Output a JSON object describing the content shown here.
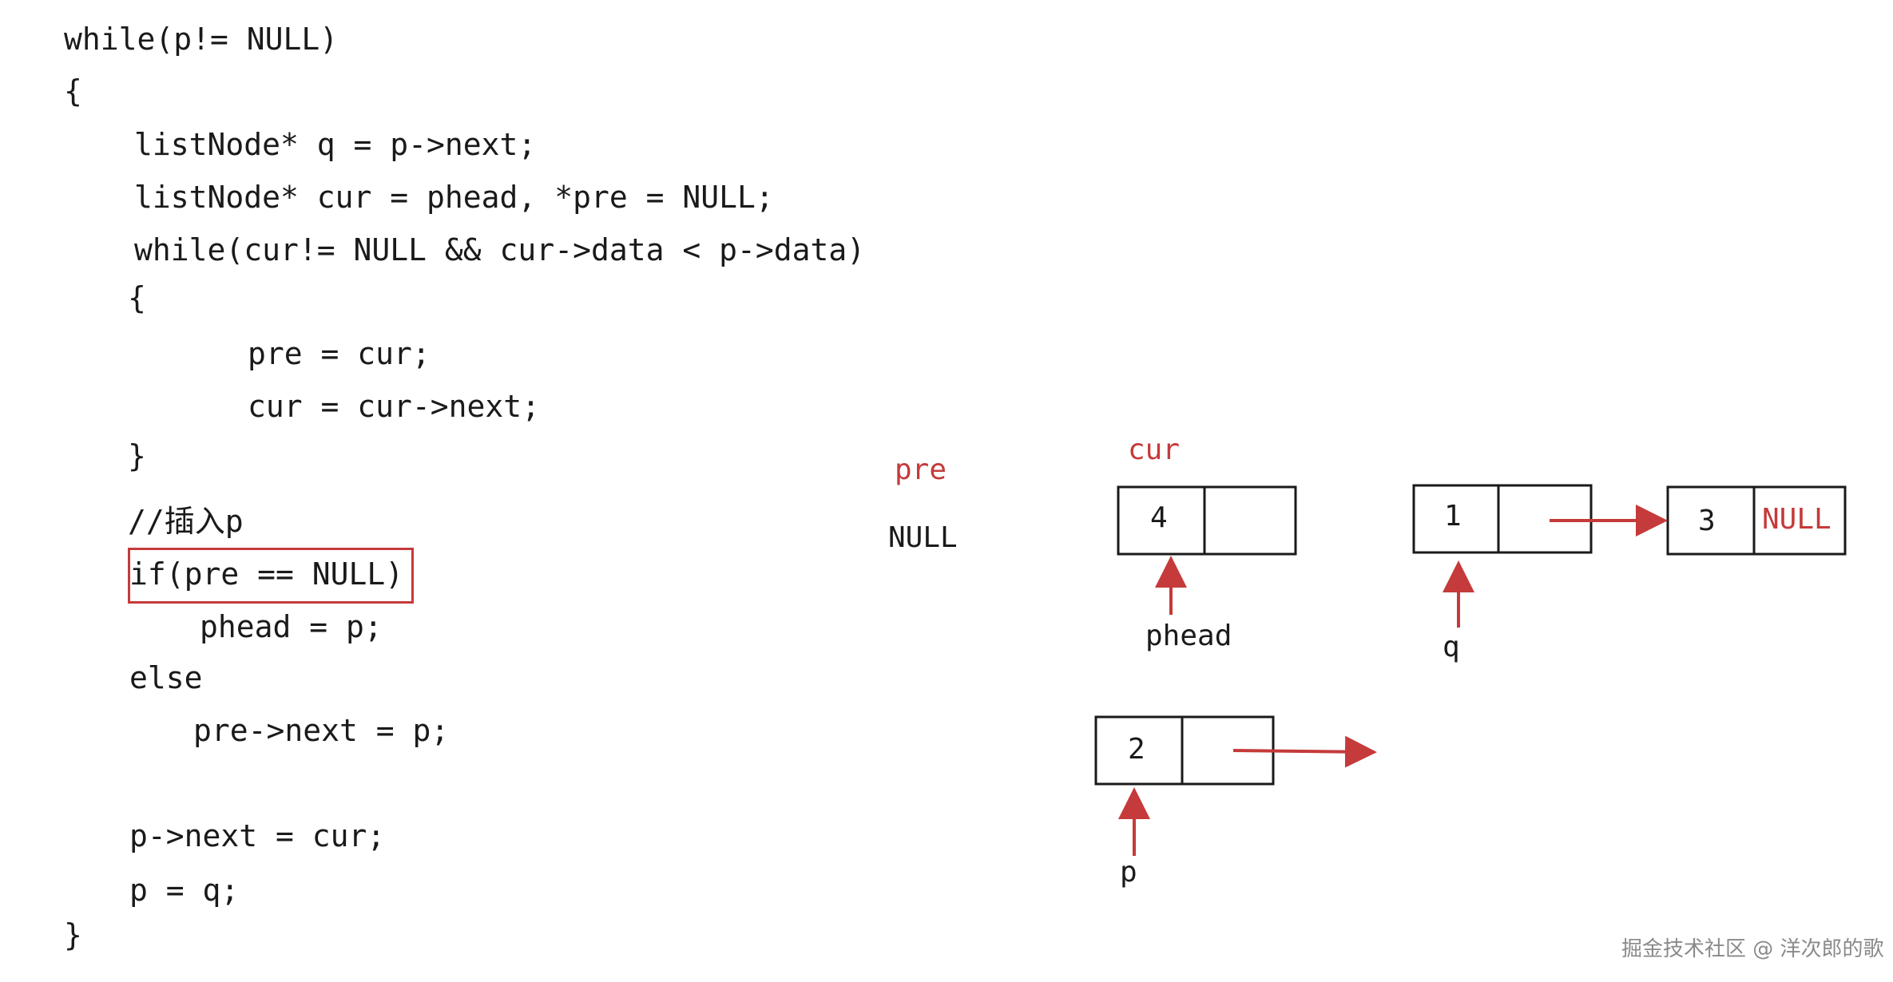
{
  "code": {
    "lines": [
      "while(p!= NULL)",
      "{",
      "listNode* q = p->next;",
      "listNode* cur = phead, *pre = NULL;",
      "while(cur!= NULL && cur->data < p->data)",
      "{",
      "pre = cur;",
      "cur = cur->next;",
      "}",
      "//插入p",
      "if(pre == NULL)",
      "phead = p;",
      "else",
      "pre->next = p;",
      "p->next = cur;",
      "p = q;",
      "}"
    ]
  },
  "diagram": {
    "pre_label": "pre",
    "pre_value": "NULL",
    "cur_label": "cur",
    "nodes": [
      {
        "value": "4",
        "next_text": ""
      },
      {
        "value": "1",
        "next_text": ""
      },
      {
        "value": "3",
        "next_text": "NULL"
      },
      {
        "value": "2",
        "next_text": ""
      }
    ],
    "pointers": {
      "phead": "phead",
      "q": "q",
      "p": "p"
    },
    "accent_color": "#c53a3a"
  },
  "watermark": "掘金技术社区 @ 洋次郎的歌"
}
